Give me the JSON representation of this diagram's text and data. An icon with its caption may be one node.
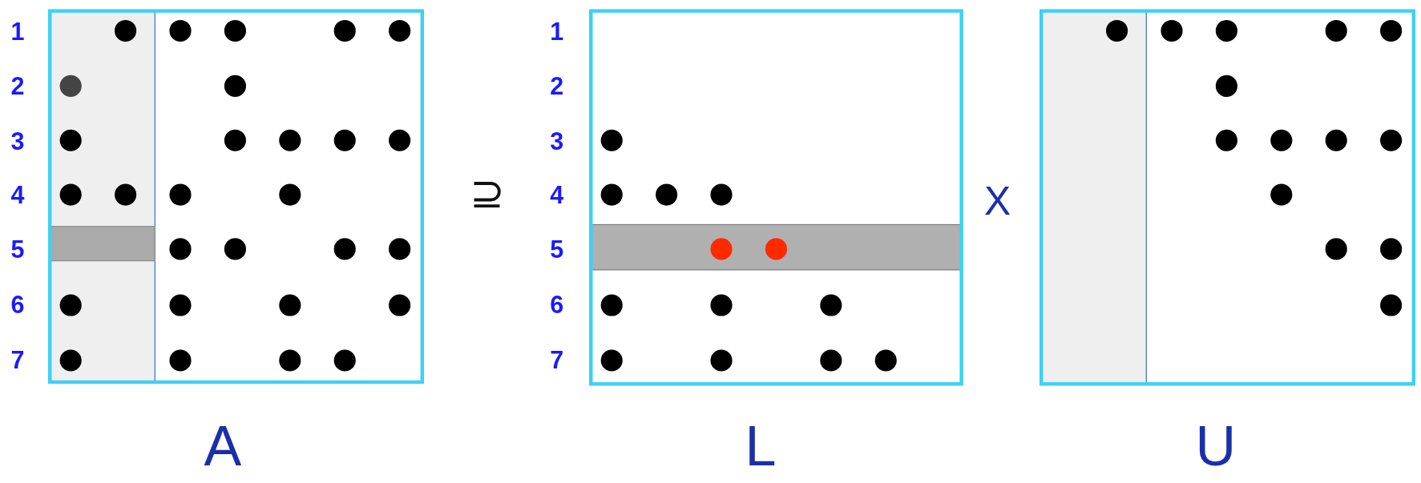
{
  "diagram": {
    "nodes": [
      {
        "text": [],
        "shape": "box",
        "beside": [
          "A"
        ]
      },
      {
        "text": [],
        "shape": "box",
        "beside": [
          "L"
        ]
      },
      {
        "text": [],
        "shape": "box",
        "beside": [
          "U"
        ]
      }
    ],
    "labels": [
      "1",
      "2",
      "3",
      "4",
      "5",
      "6",
      "7",
      "⊇",
      "1",
      "2",
      "3",
      "4",
      "5",
      "6",
      "7",
      "X"
    ]
  }
}
